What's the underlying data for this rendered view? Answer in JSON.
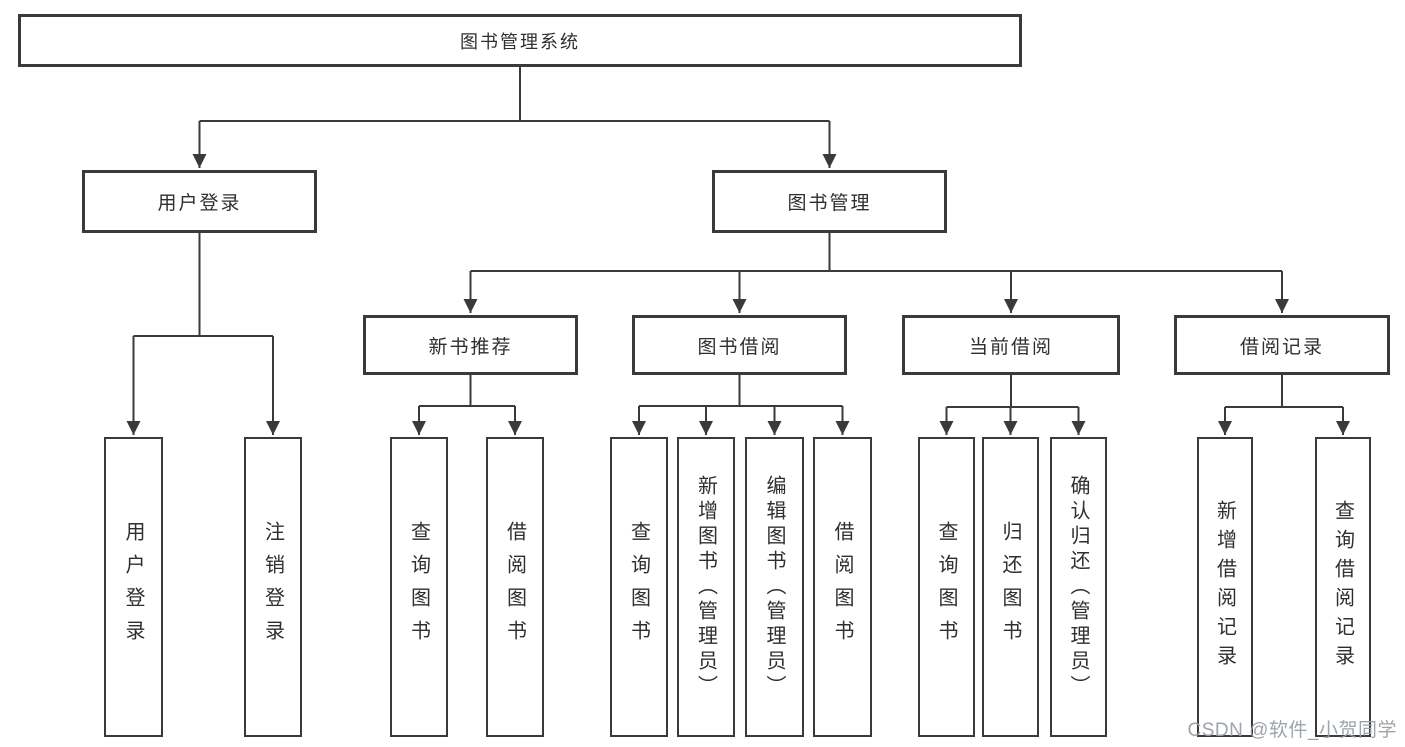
{
  "diagram": {
    "root": {
      "label": "图书管理系统"
    },
    "branches": [
      {
        "label": "用户登录",
        "children": [
          {
            "label": "用户登录"
          },
          {
            "label": "注销登录"
          }
        ]
      },
      {
        "label": "图书管理",
        "children": [
          {
            "label": "新书推荐",
            "children": [
              {
                "label": "查询图书"
              },
              {
                "label": "借阅图书"
              }
            ]
          },
          {
            "label": "图书借阅",
            "children": [
              {
                "label": "查询图书"
              },
              {
                "label": "新增图书（管理员）"
              },
              {
                "label": "编辑图书（管理员）"
              },
              {
                "label": "借阅图书"
              }
            ]
          },
          {
            "label": "当前借阅",
            "children": [
              {
                "label": "查询图书"
              },
              {
                "label": "归还图书"
              },
              {
                "label": "确认归还（管理员）"
              }
            ]
          },
          {
            "label": "借阅记录",
            "children": [
              {
                "label": "新增借阅记录"
              },
              {
                "label": "查询借阅记录"
              }
            ]
          }
        ]
      }
    ],
    "watermark": "CSDN @软件_小贺同学",
    "colors": {
      "line": "#3a3a3a",
      "text": "#2f2f2f",
      "watermark": "#9a9fa5",
      "background": "#ffffff"
    }
  }
}
